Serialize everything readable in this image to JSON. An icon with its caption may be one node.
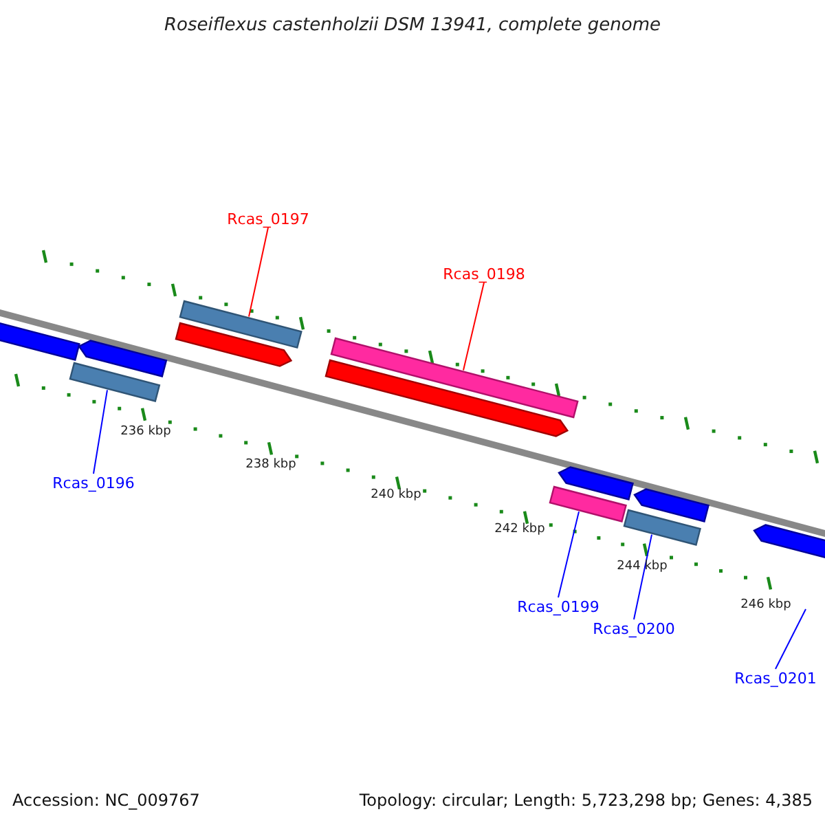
{
  "diagram": {
    "title": "Roseiflexus castenholzii DSM 13941, complete genome",
    "nodes": [
      {
        "text": [
          "Rcas_0197"
        ]
      },
      {
        "text": [],
        "shape": "bar"
      },
      {
        "text": [
          "Rcas_0198"
        ]
      },
      {
        "text": [],
        "shape": "bar"
      },
      {
        "text": [
          "Rcas_0196"
        ]
      },
      {
        "text": [],
        "shape": "bar"
      },
      {
        "text": [
          "Rcas_0199"
        ]
      },
      {
        "text": [],
        "shape": "bar"
      },
      {
        "text": [
          "Rcas_0200"
        ]
      },
      {
        "text": [],
        "shape": "bar"
      },
      {
        "text": [
          "Rcas_0201"
        ]
      },
      {
        "text": [],
        "shape": "bar"
      },
      {
        "text": [],
        "shape": "bar"
      },
      {
        "text": [],
        "shape": "bar"
      },
      {
        "text": [],
        "shape": "bar"
      },
      {
        "text": [],
        "shape": "bar"
      },
      {
        "text": [],
        "shape": "bar"
      },
      {
        "text": [],
        "shape": "bar"
      }
    ],
    "edges": [
      {
        "from": 0,
        "to": 1,
        "arrow": "none",
        "color": "#ff0000"
      },
      {
        "from": 2,
        "to": 3,
        "arrow": "none",
        "color": "#ff0000"
      },
      {
        "from": 4,
        "to": 5,
        "arrow": "none"
      },
      {
        "from": 6,
        "to": 7,
        "arrow": "none"
      },
      {
        "from": 8,
        "to": 9,
        "arrow": "none"
      },
      {
        "from": 10,
        "to": null,
        "arrow": "none"
      }
    ],
    "labels": [
      "236 kbp",
      "238 kbp",
      "240 kbp",
      "242 kbp",
      "244 kbp",
      "246 kbp",
      "Accession: NC_009767",
      "Topology: circular; Length: 5,723,298 bp; Genes: 4,385"
    ]
  }
}
